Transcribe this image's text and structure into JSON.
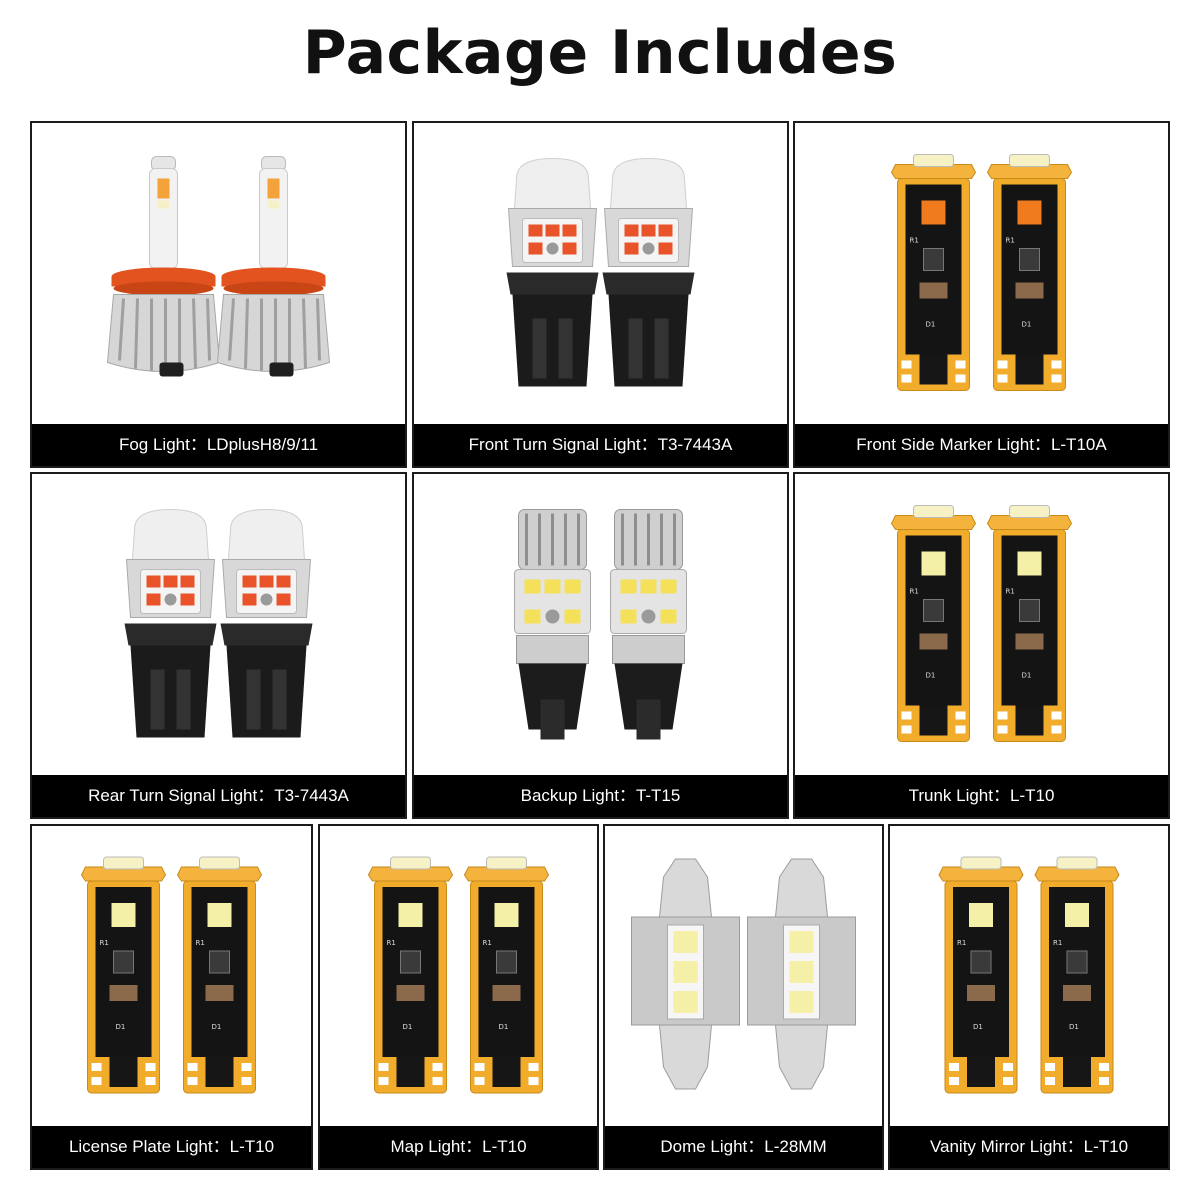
{
  "header": {
    "title": "Package Includes"
  },
  "items": [
    {
      "label": "Fog Light：",
      "model": "LDplusH8/9/11",
      "icon": "h11-fog-bulb-pair-icon",
      "led_color": "#f3a33a"
    },
    {
      "label": "Front Turn Signal Light：",
      "model": "T3-7443A",
      "icon": "7443-turn-bulb-pair-icon",
      "led_color": "#e8532a"
    },
    {
      "label": "Front Side Marker Light：",
      "model": "L-T10A",
      "icon": "t10-wedge-amber-pair-icon",
      "led_color": "#f07a1e"
    },
    {
      "label": "Rear Turn Signal Light：",
      "model": "T3-7443A",
      "icon": "7443-turn-bulb-pair-icon",
      "led_color": "#e8532a"
    },
    {
      "label": "Backup Light：",
      "model": "T-T15",
      "icon": "t15-backup-bulb-pair-icon",
      "led_color": "#f5e05a"
    },
    {
      "label": "Trunk Light：",
      "model": "L-T10",
      "icon": "t10-wedge-white-pair-icon",
      "led_color": "#f4f0a8"
    },
    {
      "label": "License Plate Light：",
      "model": "L-T10",
      "icon": "t10-wedge-white-pair-icon",
      "led_color": "#f4f0a8"
    },
    {
      "label": "Map Light：",
      "model": "L-T10",
      "icon": "t10-wedge-white-pair-icon",
      "led_color": "#f4f0a8"
    },
    {
      "label": "Dome Light：",
      "model": "L-28MM",
      "icon": "festoon-28mm-pair-icon",
      "led_color": "#f4f0a8"
    },
    {
      "label": "Vanity Mirror Light：",
      "model": "L-T10",
      "icon": "t10-wedge-white-pair-icon",
      "led_color": "#f4f0a8"
    }
  ]
}
